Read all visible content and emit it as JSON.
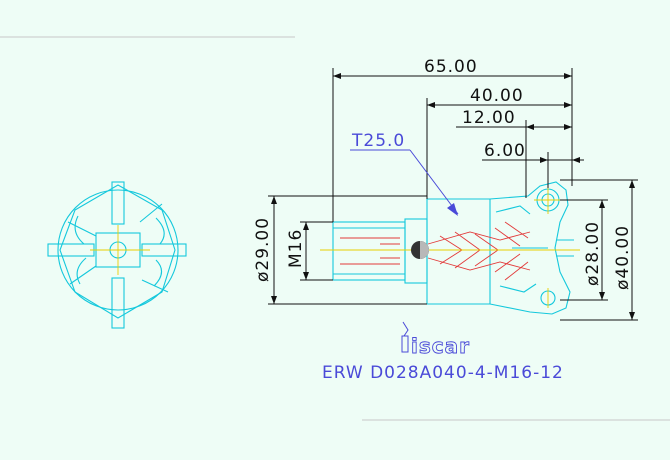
{
  "dimensions": {
    "overall_length": "65.00",
    "length_40": "40.00",
    "length_12": "12.00",
    "length_6": "6.00",
    "dia_29": "ø29.00",
    "thread": "M16",
    "dia_28": "ø28.00",
    "dia_40": "ø40.00"
  },
  "callout": {
    "label": "T25.0"
  },
  "brand": {
    "logo_text": "iscar"
  },
  "part": {
    "code": "ERW D028A040-4-M16-12"
  },
  "colors": {
    "outline": "#14c8dc",
    "dimension": "#111111",
    "annotation": "#4a4ad8",
    "hidden": "#e23a3a",
    "center": "#e8d000"
  }
}
